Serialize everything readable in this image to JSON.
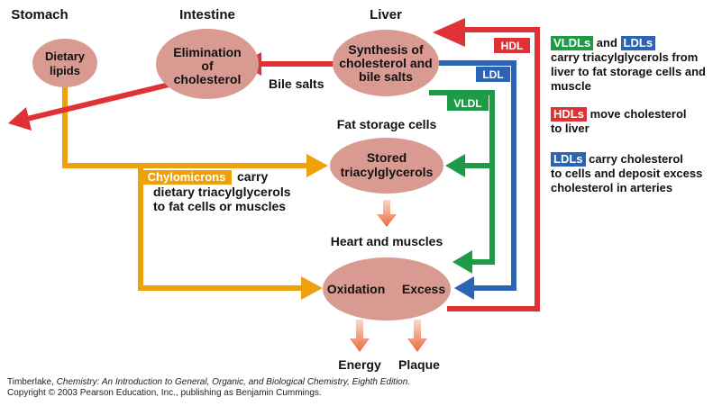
{
  "columns": {
    "stomach": "Stomach",
    "intestine": "Intestine",
    "liver": "Liver"
  },
  "nodes": {
    "dietary_lipids": [
      "Dietary",
      "lipids"
    ],
    "elimination": [
      "Elimination",
      "of",
      "cholesterol"
    ],
    "synthesis": [
      "Synthesis of",
      "cholesterol and",
      "bile salts"
    ],
    "stored": [
      "Stored",
      "triacylglycerols"
    ],
    "oxidation": "Oxidation",
    "excess": "Excess"
  },
  "labels": {
    "bile_salts": "Bile salts",
    "fat_storage": "Fat storage cells",
    "heart_muscles": "Heart and muscles",
    "energy": "Energy",
    "plaque": "Plaque",
    "chylomicrons_tag": "Chylomicrons",
    "chylomicrons_text": [
      "carry",
      "dietary triacylglycerols",
      "to fat cells or muscles"
    ],
    "hdl": "HDL",
    "ldl": "LDL",
    "vldl": "VLDL"
  },
  "legend": {
    "vldls": "VLDLs",
    "and": "and",
    "ldls": "LDLs",
    "vldl_text": "carry triacylglycerols from liver to fat storage cells and muscle",
    "hdls": "HDLs",
    "hdl_text": "move cholesterol",
    "hdl_text2": "to liver",
    "ldls2": "LDLs",
    "ldl_text": "carry cholesterol",
    "ldl_text2": "to cells and deposit excess cholesterol in arteries"
  },
  "caption": {
    "line1_authors": "Timberlake, ",
    "line1_title": "Chemistry: An Introduction to General, Organic, and Biological Chemistry, Eighth Edition.",
    "line2": "Copyright © 2003 Pearson Education, Inc., publishing as Benjamin Cummings."
  },
  "colors": {
    "red": "#de3236",
    "blue": "#2b63b5",
    "green": "#1e9b46",
    "orange": "#eea10c",
    "node_fill": "#d99a91",
    "salmon": "#ef8f6c"
  }
}
